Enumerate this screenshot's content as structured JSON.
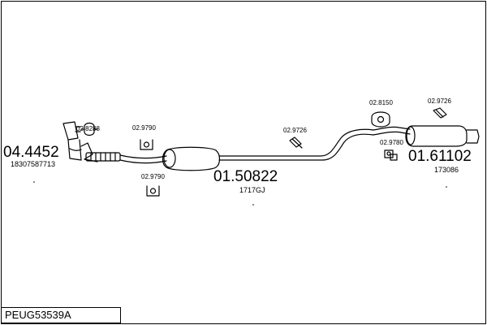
{
  "diagram": {
    "code": "PEUG53539A",
    "parts": {
      "front_pipe": {
        "number": "04.4452",
        "ref": "18307587713"
      },
      "middle_silencer": {
        "number": "01.50822",
        "ref": "1717GJ"
      },
      "rear_silencer": {
        "number": "01.61102",
        "ref": "173086"
      }
    },
    "accessories": {
      "clamp_front": "02.8288",
      "hanger_a": "02.9790",
      "hanger_b": "02.9790",
      "hanger_c": "02.9726",
      "hanger_d": "02.8150",
      "hanger_e": "02.9726",
      "hanger_f": "02.9780"
    },
    "colors": {
      "line": "#000000",
      "background": "#ffffff"
    }
  }
}
